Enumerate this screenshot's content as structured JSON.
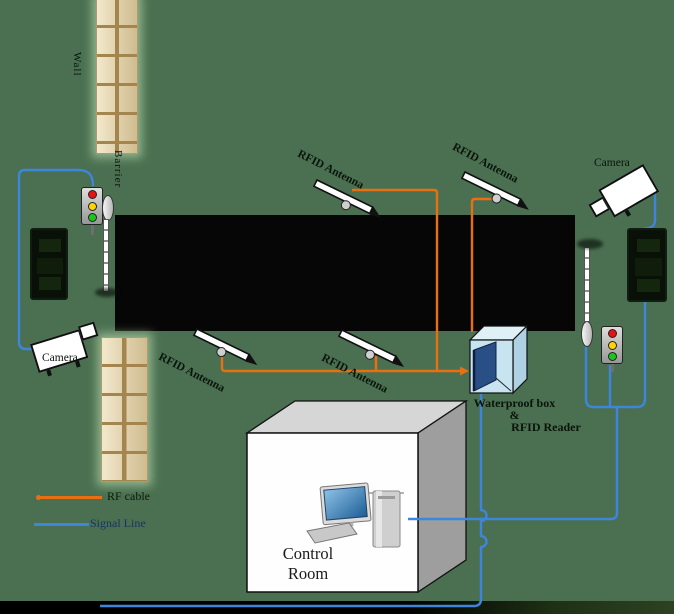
{
  "colors": {
    "background": "#4a7051",
    "road": "#060606",
    "rf_cable": "#e87010",
    "signal_line": "#3d85dd",
    "wall_brick": "#e3d5b2",
    "waterproof_box": "#c7e4f0"
  },
  "labels": {
    "wall": "Wall",
    "barrier": "Barrier",
    "camera_left": "Camera",
    "camera_right": "Camera",
    "antenna_tl": "RFID Antenna",
    "antenna_tr": "RFID Antenna",
    "antenna_bl": "RFID Antenna",
    "antenna_bm": "RFID Antenna",
    "waterproof_box": "Waterproof box",
    "ampersand": "&",
    "rfid_reader": "RFID Reader",
    "control_room_line1": "Control",
    "control_room_line2": "Room"
  },
  "legend": {
    "items": [
      {
        "label": "RF cable",
        "color": "#e87010"
      },
      {
        "label": "Signal Line",
        "color": "#3d85dd"
      }
    ]
  }
}
